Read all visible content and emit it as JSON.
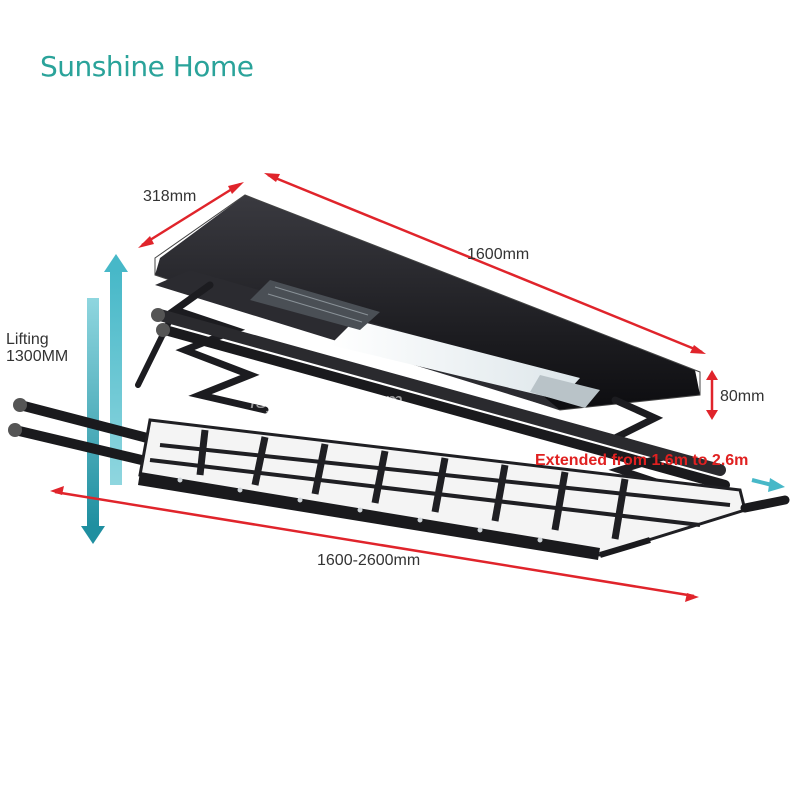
{
  "brand": {
    "name": "Sunshine Home",
    "color": "#2aa39a"
  },
  "dimensions": {
    "depth": "318mm",
    "length": "1600mm",
    "height": "80mm",
    "lifting": "Lifting\n1300MM",
    "rack_length": "1600-2600mm"
  },
  "extension_note": "Extended from 1.6m to 2.6m",
  "watermark": "fsyingshan.com",
  "colors": {
    "dimension_arrow": "#e0242b",
    "lifting_arrow": "#47b8c8",
    "lifting_arrow_dark": "#1f8fa0",
    "body": "#1a1a1d"
  }
}
